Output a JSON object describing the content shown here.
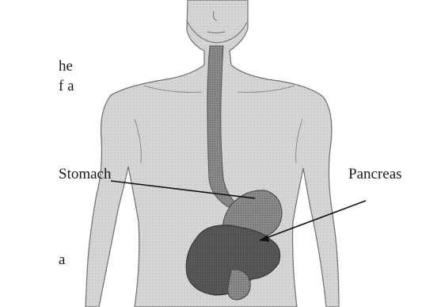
{
  "clipped_text": [
    "he",
    "f a",
    "a"
  ],
  "labels": {
    "stomach": "Stomach",
    "pancreas": "Pancreas"
  },
  "colors": {
    "body_fill": "#d6d6d6",
    "body_outline": "#6f6f6f",
    "esophagus": "#8e8e8e",
    "stomach": "#7c7c7c",
    "pancreas": "#4d4d4d",
    "intestine": "#8a8a8a",
    "pointer_line": "#111111"
  }
}
